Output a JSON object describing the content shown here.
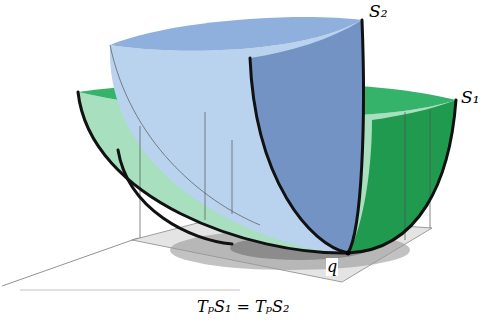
{
  "diagram": {
    "caption": "TₚS₁ = TₚS₂",
    "labels": [
      "S₂",
      "S₁",
      "q"
    ]
  }
}
